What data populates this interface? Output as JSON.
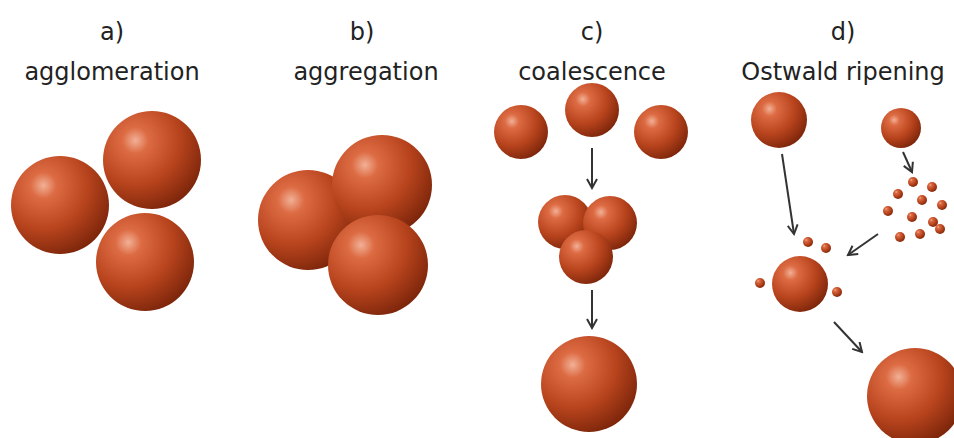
{
  "diagram": {
    "labels": [
      "a)",
      "agglomeration",
      "b)",
      "aggregation",
      "c)",
      "coalescence",
      "d)",
      "Ostwald ripening"
    ]
  }
}
